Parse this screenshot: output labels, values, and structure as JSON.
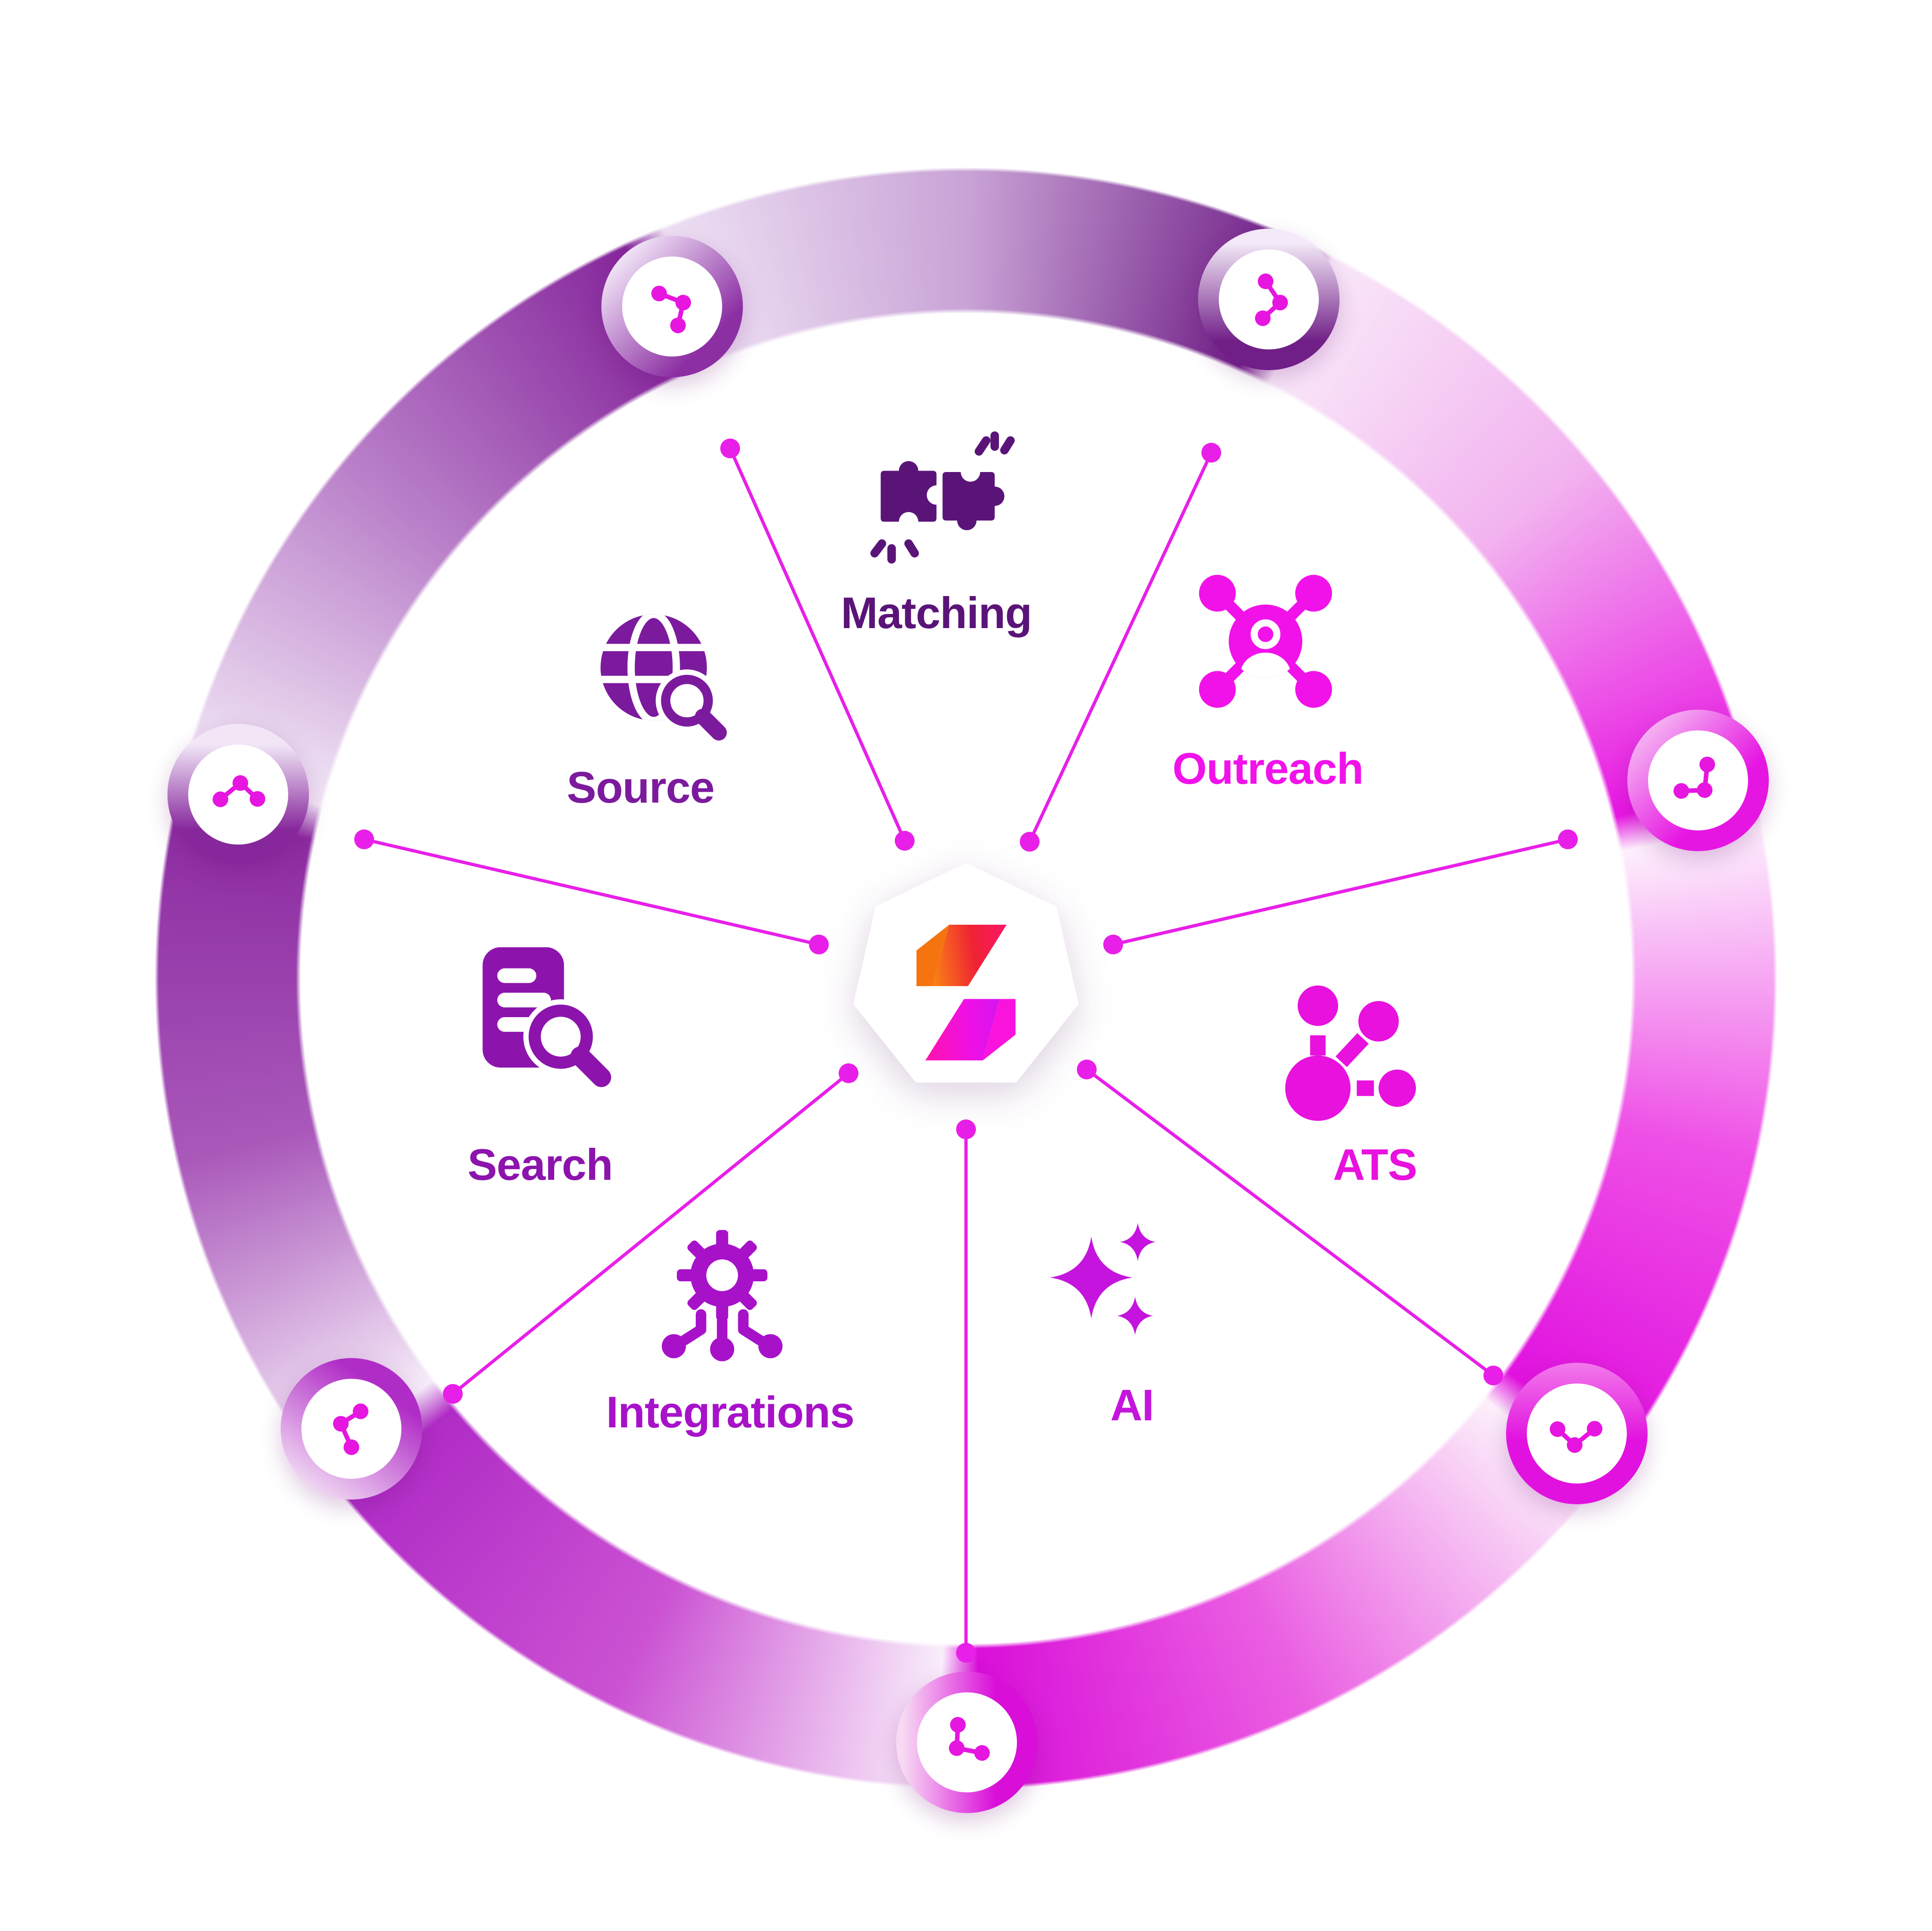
{
  "diagram": {
    "type": "feature-wheel",
    "center": {
      "shape": "white-heptagon",
      "logo": "seekout-s-logo",
      "logo_colors": {
        "top_ribbon_start": "#f97d16",
        "top_ribbon_mid": "#ef2334",
        "top_ribbon_end": "#fa1765",
        "top_fold": "#f5740f",
        "bottom_ribbon_start": "#fe13b0",
        "bottom_ribbon_mid": "#ee10e6",
        "bottom_ribbon_end": "#cb16f2",
        "bottom_fold": "#f913dd"
      }
    },
    "spokes": {
      "count": 7,
      "color": "#e81fe8"
    },
    "ring": {
      "node_count": 7,
      "node_icon": "share-nodes-icon",
      "node_icon_color": "#e615e0",
      "gradient_colors": [
        "#701f87",
        "#e816e3",
        "#e112df",
        "#d90fd9",
        "#b02cc6",
        "#8c2ba1",
        "#86279c",
        "#f9e8f9"
      ]
    },
    "features": [
      {
        "label": "Matching",
        "color": "#5a1478",
        "icon": "puzzle-pieces-icon"
      },
      {
        "label": "Outreach",
        "color": "#f112ea",
        "icon": "person-network-icon"
      },
      {
        "label": "ATS",
        "color": "#e811de",
        "icon": "connected-nodes-icon"
      },
      {
        "label": "AI",
        "color": "#c414dd",
        "icon": "sparkles-icon"
      },
      {
        "label": "Integrations",
        "color": "#a712c9",
        "icon": "gear-connections-icon"
      },
      {
        "label": "Search",
        "color": "#8c14ad",
        "icon": "document-search-icon"
      },
      {
        "label": "Source",
        "color": "#7c1a9e",
        "icon": "globe-search-icon"
      }
    ]
  }
}
